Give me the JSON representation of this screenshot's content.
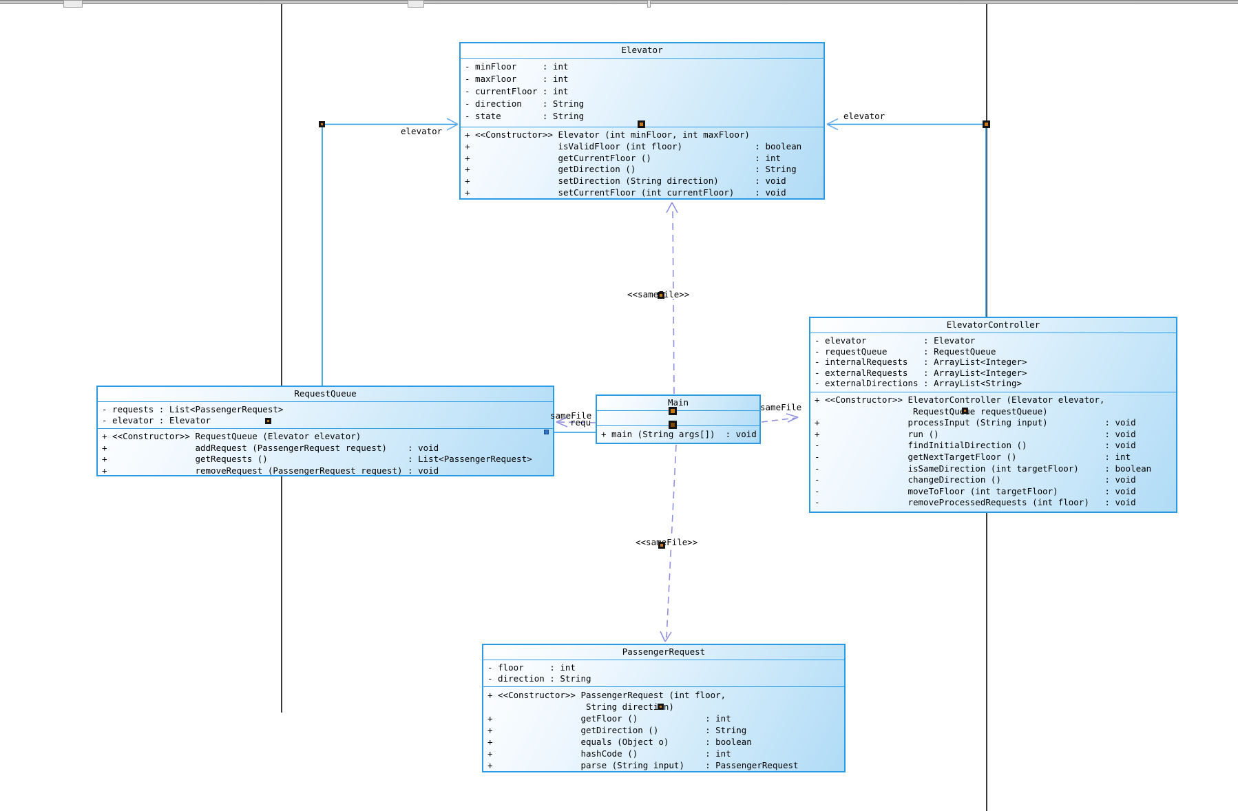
{
  "diagram": {
    "classes": [
      {
        "name": "Elevator",
        "attributes": [
          "- minFloor     : int",
          "- maxFloor     : int",
          "- currentFloor : int",
          "- direction    : String",
          "- state        : String"
        ],
        "methods": [
          "+ <<Constructor>> Elevator (int minFloor, int maxFloor)",
          "+                 isValidFloor (int floor)              : boolean",
          "+                 getCurrentFloor ()                    : int",
          "+                 getDirection ()                       : String",
          "+                 setDirection (String direction)       : void",
          "+                 setCurrentFloor (int currentFloor)    : void"
        ]
      },
      {
        "name": "ElevatorController",
        "attributes": [
          "- elevator           : Elevator",
          "- requestQueue       : RequestQueue",
          "- internalRequests   : ArrayList<Integer>",
          "- externalRequests   : ArrayList<Integer>",
          "- externalDirections : ArrayList<String>"
        ],
        "methods": [
          "+ <<Constructor>> ElevatorController (Elevator elevator,",
          "                   RequestQueue requestQueue)",
          "+                 processInput (String input)           : void",
          "+                 run ()                                : void",
          "-                 findInitialDirection ()               : void",
          "-                 getNextTargetFloor ()                 : int",
          "-                 isSameDirection (int targetFloor)     : boolean",
          "-                 changeDirection ()                    : void",
          "-                 moveToFloor (int targetFloor)         : void",
          "-                 removeProcessedRequests (int floor)   : void"
        ]
      },
      {
        "name": "RequestQueue",
        "attributes": [
          "- requests : List<PassengerRequest>",
          "- elevator : Elevator"
        ],
        "methods": [
          "+ <<Constructor>> RequestQueue (Elevator elevator)",
          "+                 addRequest (PassengerRequest request)    : void",
          "+                 getRequests ()                           : List<PassengerRequest>",
          "+                 removeRequest (PassengerRequest request) : void"
        ]
      },
      {
        "name": "Main",
        "attributes": [],
        "methods": [
          "+ main (String args[])  : void"
        ]
      },
      {
        "name": "PassengerRequest",
        "attributes": [
          "- floor     : int",
          "- direction : String"
        ],
        "methods": [
          "+ <<Constructor>> PassengerRequest (int floor,",
          "                   String direction)",
          "+                 getFloor ()             : int",
          "+                 getDirection ()         : String",
          "+                 equals (Object o)       : boolean",
          "+                 hashCode ()             : int",
          "+                 parse (String input)    : PassengerRequest"
        ]
      }
    ],
    "edge_labels": {
      "elevator_left": "elevator",
      "elevator_right": "elevator",
      "samefile_stereotype_top": "<<sameFile>>",
      "samefile_stereotype_bottom": "<<sameFile>>",
      "samefile_left": "sameFile",
      "requ_fragment": "requ",
      "samefile_right": "sameFile"
    },
    "colors": {
      "class_border": "#2b9ae4",
      "class_fill_light": "#ffffff",
      "class_fill_dark": "#b0dbf6",
      "association_line": "#2196e8",
      "arrowhead": "#6ab0ec",
      "dependency_line": "#8f8fdd",
      "page_boundary": "#3a3a3a"
    }
  }
}
